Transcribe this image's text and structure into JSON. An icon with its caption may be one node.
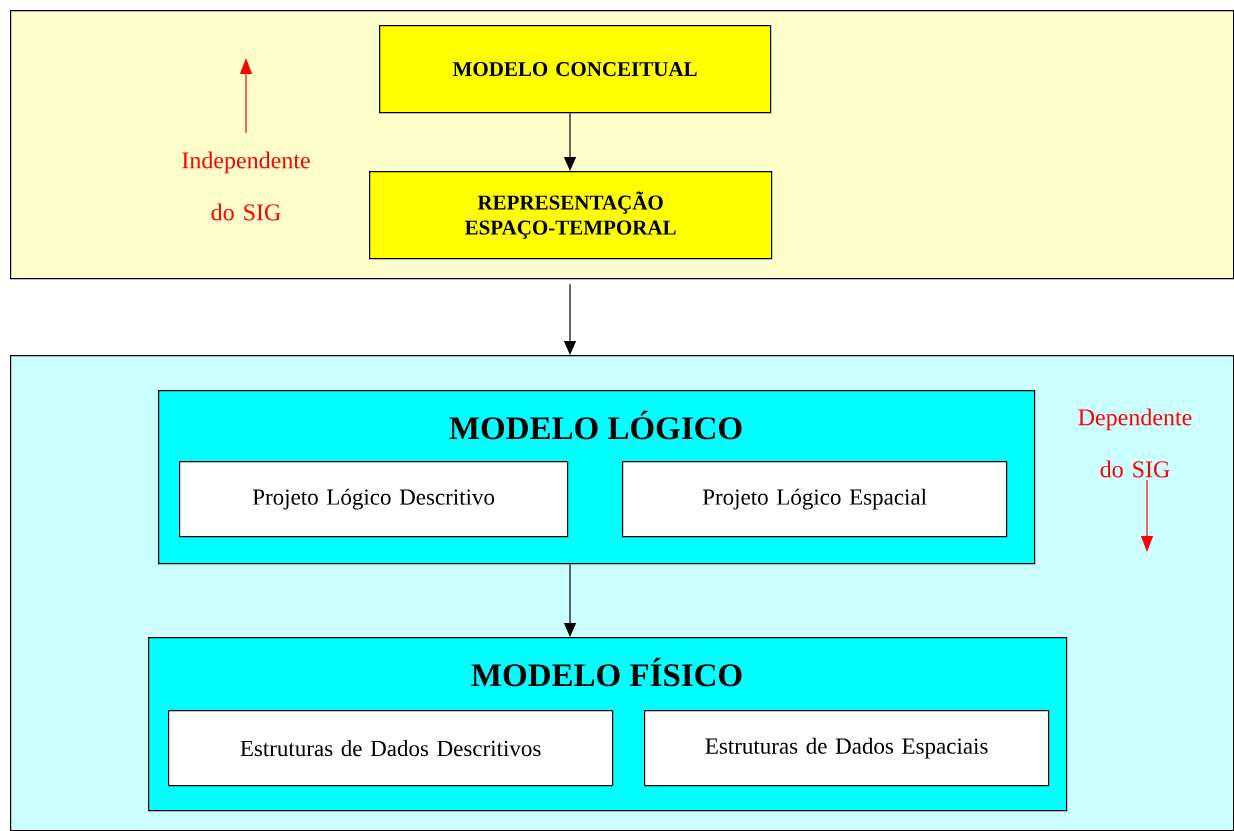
{
  "diagram": {
    "nodes": [
      {
        "text": [],
        "shape": "box"
      },
      {
        "text": [
          "MODELO CONCEITUAL"
        ],
        "in": 0
      },
      {
        "text": [
          "REPRESENTAÇÃO ESPAÇO-TEMPORAL"
        ],
        "in": 0
      },
      {
        "text": [],
        "shape": "box"
      },
      {
        "text": [
          "MODELO LÓGICO"
        ],
        "in": 3
      },
      {
        "text": [
          "Projeto Lógico Descritivo"
        ],
        "in": 4
      },
      {
        "text": [
          "Projeto Lógico Espacial"
        ],
        "in": 4
      },
      {
        "text": [
          "MODELO FÍSICO"
        ],
        "in": 3
      },
      {
        "text": [
          "Estruturas de Dados Descritivos"
        ],
        "in": 7
      },
      {
        "text": [
          "Estruturas de Dados Espaciais"
        ],
        "in": 7
      }
    ],
    "edges": [
      {
        "from": 1,
        "to": 2,
        "arrow": "to"
      },
      {
        "from": 0,
        "to": 3,
        "arrow": "to"
      },
      {
        "from": 4,
        "to": 7,
        "arrow": "to"
      }
    ],
    "labels": [
      "Independente do SIG",
      "Dependente do SIG"
    ]
  }
}
